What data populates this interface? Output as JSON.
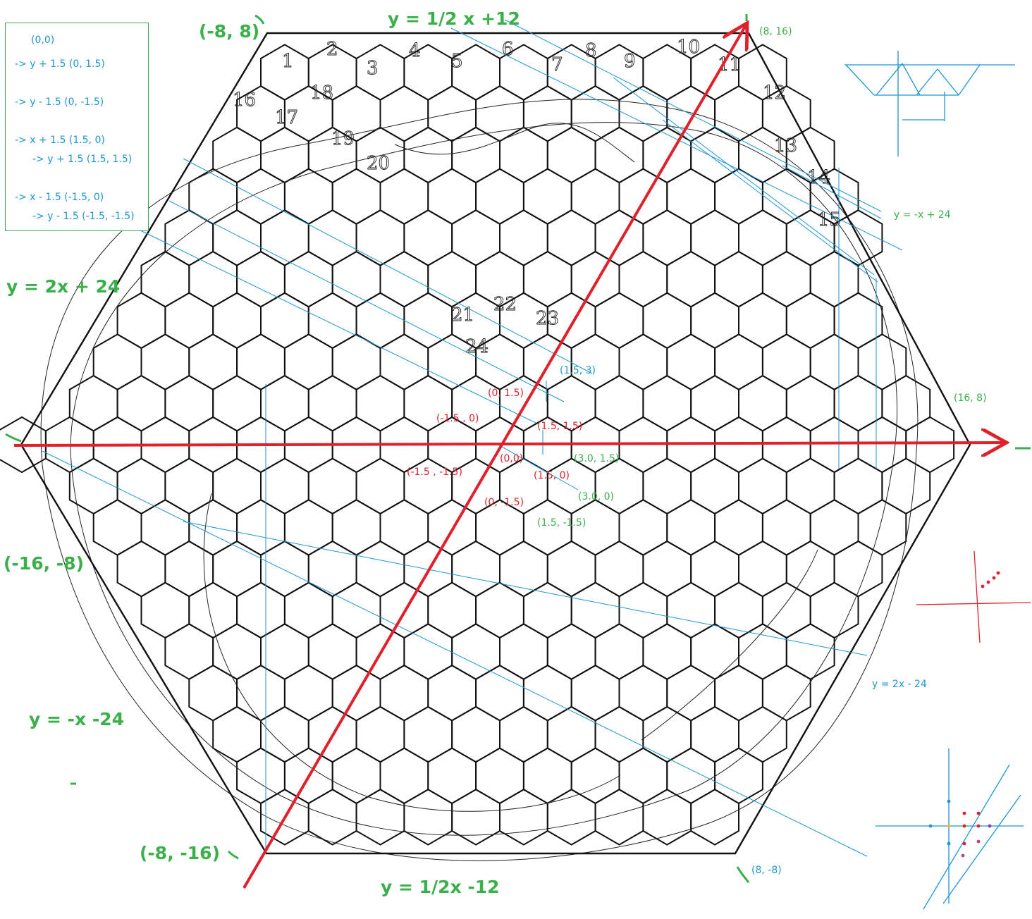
{
  "colors": {
    "grid": "#111111",
    "axis": "#e0202a",
    "guide": "#1e96d2",
    "green_label": "#3aaf4a",
    "blue_label": "#1e96d2",
    "red_label": "#e0202a"
  },
  "instructions": {
    "lines": [
      "(0,0)",
      "-> y + 1.5 (0, 1.5)",
      "-> y - 1.5 (0, -1.5)",
      "-> x + 1.5 (1.5, 0)",
      "-> y + 1.5 (1.5, 1.5)",
      "-> x - 1.5 (-1.5, 0)",
      "-> y - 1.5 (-1.5, -1.5)"
    ]
  },
  "equations": {
    "top": "y = 1/2 x +12",
    "bottom": "y = 1/2x -12",
    "left_upper": "y = 2x + 24",
    "left_lower": "y = -x -24",
    "right_upper": "y = -x + 24",
    "right_lower": "y = 2x - 24"
  },
  "corners": {
    "top_left": "(-8, 8)",
    "top_right": "(8, 16)",
    "right": "(16, 8)",
    "bottom_right": "(8, -8)",
    "bottom_left": "(-8, -16)",
    "left": "(-16, -8)"
  },
  "cell_labels": {
    "red": [
      "(0, 1.5)",
      "(-1.5 , 0)",
      "(1.5, 1.5)",
      "(0,0)",
      "(-1.5 , -1.5)",
      "(1.5, 0)",
      "(0, -1.5)"
    ],
    "green": [
      "(3.0, 1.5)",
      "(3.0, 0)",
      "(1.5, -1.5)"
    ],
    "blue": [
      "(1.5, 3)"
    ]
  },
  "sketch_numbers": [
    "1",
    "2",
    "3",
    "4",
    "5",
    "6",
    "7",
    "8",
    "9",
    "10",
    "11",
    "12",
    "13",
    "14",
    "15",
    "16",
    "17",
    "18",
    "19",
    "20",
    "21",
    "22",
    "23",
    "24"
  ]
}
